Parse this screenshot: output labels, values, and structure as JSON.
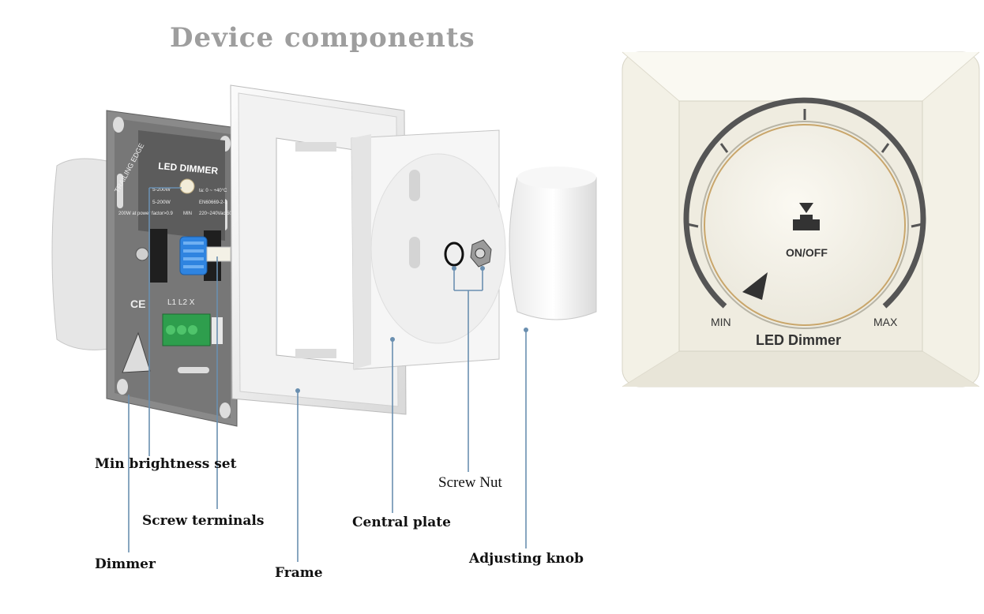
{
  "title": "Device  components",
  "dimmer_module": {
    "name": "LED DIMMER",
    "vertical_text": "TRAILING EDGE",
    "spec_lines": [
      "5-200W",
      "5-200W",
      "200W at power factor>0.9",
      "MIN",
      "ta: 0 ~ +40°C",
      "EN60669-2-1",
      "220~240Vac 50"
    ],
    "terminal_labels": "L1 L2 X"
  },
  "labels": {
    "min_brightness": "Min brightness set",
    "screw_terminals": "Screw  terminals",
    "dimmer": "Dimmer",
    "frame": "Frame",
    "central_plate": "Central  plate",
    "screw_nut": "Screw Nut",
    "adjusting_knob": "Adjusting knob"
  },
  "front_view": {
    "onoff": "ON/OFF",
    "min": "MIN",
    "max": "MAX",
    "product": "LED Dimmer"
  }
}
